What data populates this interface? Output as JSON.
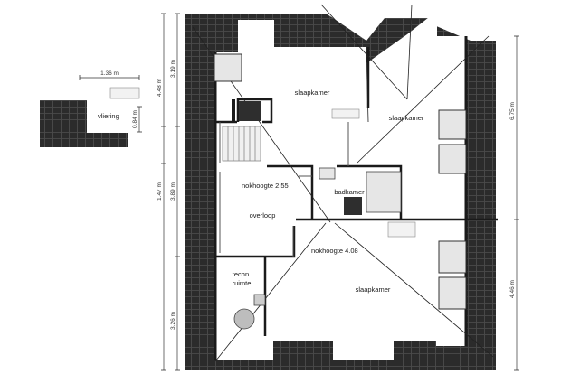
{
  "rooms": {
    "slaapkamer_top": "slaapkamer",
    "slaapkamer_right": "slaapkamer",
    "slaapkamer_bottom": "slaapkamer",
    "badkamer": "badkamer",
    "overloop": "overloop",
    "techn_line1": "techn.",
    "techn_line2": "ruimte",
    "vliering": "vliering"
  },
  "heights": {
    "nok_255": "nokhoogte 2.55",
    "nok_408": "nokhoogte 4.08"
  },
  "dimensions": {
    "vliering_width": "1.36 m",
    "vliering_depth": "0.84 m",
    "left_outer_top": "4.48 m",
    "left_outer_bottom": "1.47 m",
    "left_inner_top": "3.19 m",
    "left_inner_mid": "3.89 m",
    "left_inner_bottom": "3.26 m",
    "right_top": "6.75 m",
    "right_bottom": "4.46 m"
  },
  "colors": {
    "roof_tile": "#2b2b2b",
    "tile_line": "#4d4d4d",
    "wall": "#1a1a1a",
    "window": "#e6e6e6"
  }
}
